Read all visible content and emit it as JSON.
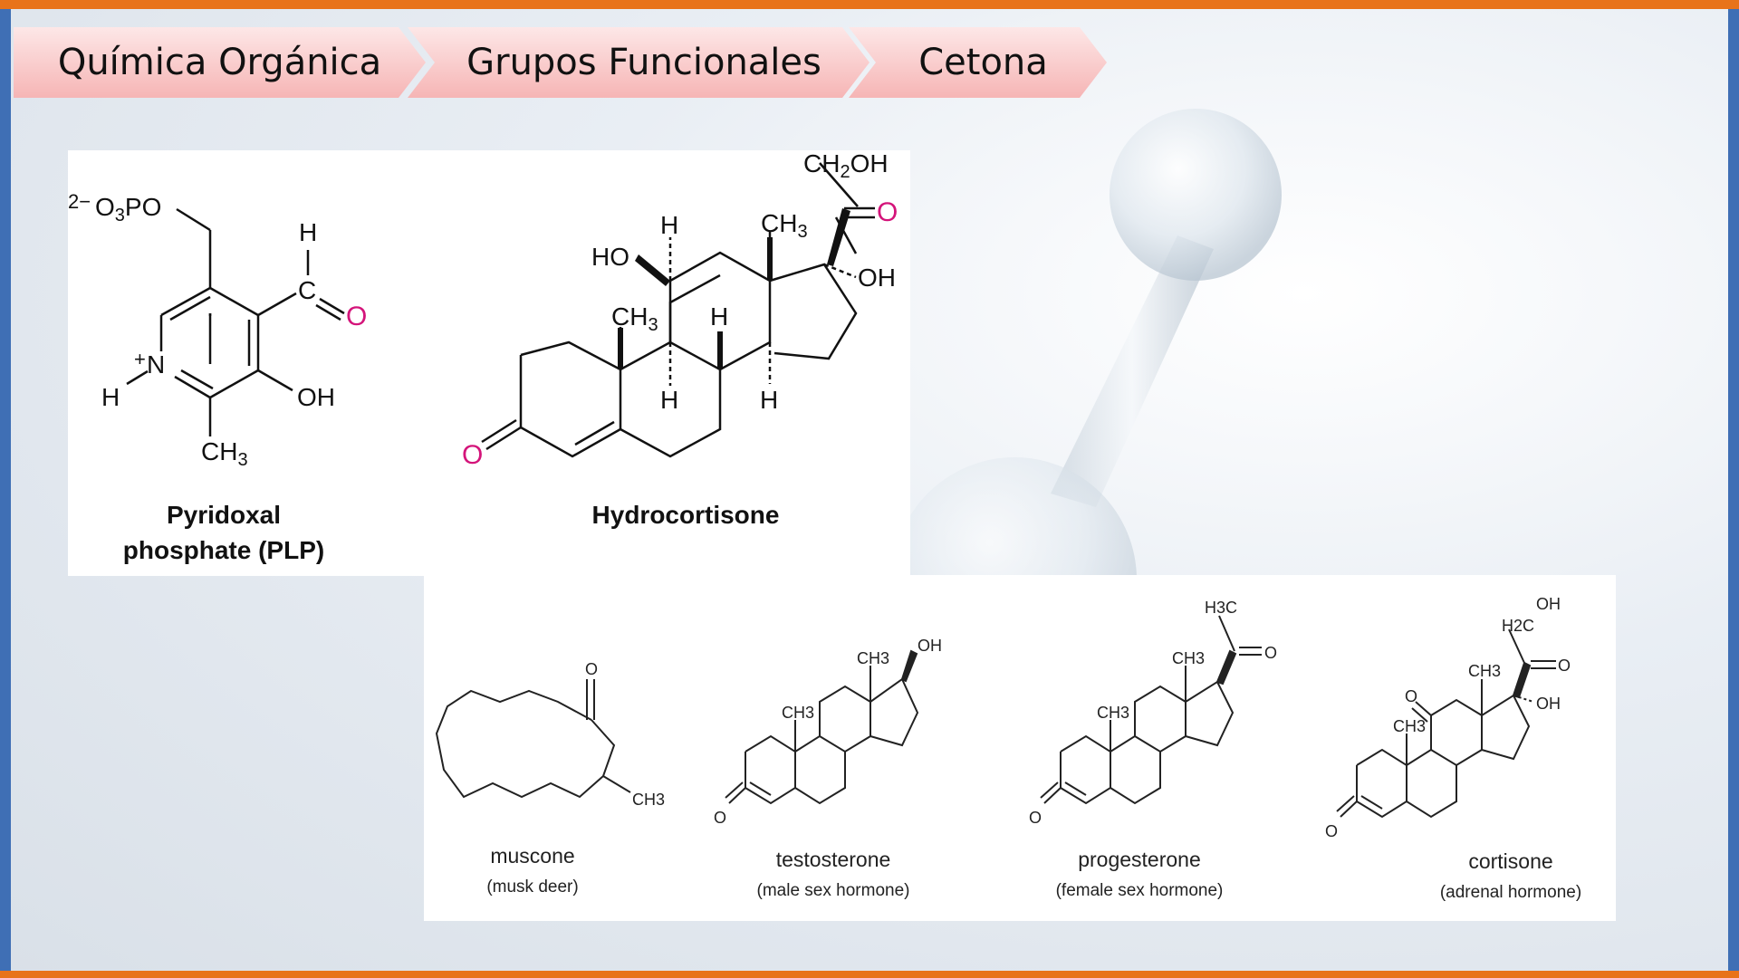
{
  "breadcrumb": {
    "items": [
      {
        "label": "Química Orgánica"
      },
      {
        "label": "Grupos Funcionales"
      },
      {
        "label": "Cetona"
      }
    ]
  },
  "top_panel": {
    "pyridoxal": {
      "name_line1": "Pyridoxal",
      "name_line2": "phosphate (PLP)",
      "o3po": "O",
      "o3po_sub": "3",
      "o3po_tail": "PO",
      "charge": "2−",
      "h_top": "H",
      "c_label": "C",
      "o_label": "O",
      "n_label": "N",
      "n_charge": "+",
      "h_n": "H",
      "oh": "OH",
      "ch3": "CH",
      "ch3_sub": "3"
    },
    "hydrocortisone": {
      "name": "Hydrocortisone",
      "ch2oh": "CH",
      "ch2oh_sub": "2",
      "ch2oh_tail": "OH",
      "o_keto_side": "O",
      "oh_17": "OH",
      "ch3_top": "CH",
      "ch3_top_sub": "3",
      "ho": "HO",
      "h_11": "H",
      "ch3_mid": "CH",
      "ch3_mid_sub": "3",
      "h_8": "H",
      "h_9": "H",
      "h_14": "H",
      "o_ring": "O"
    }
  },
  "bottom_panel": {
    "compounds": [
      {
        "name": "muscone",
        "note": "(musk deer)",
        "labels": [
          "O",
          "CH3"
        ]
      },
      {
        "name": "testosterone",
        "note": "(male sex hormone)",
        "labels": [
          "OH",
          "CH3",
          "CH3",
          "O"
        ]
      },
      {
        "name": "progesterone",
        "note": "(female sex hormone)",
        "labels": [
          "H3C",
          "O",
          "CH3",
          "CH3",
          "O"
        ]
      },
      {
        "name": "cortisone",
        "note": "(adrenal hormone)",
        "labels": [
          "OH",
          "H2C",
          "O",
          "CH3",
          "OH",
          "O",
          "CH3",
          "O"
        ]
      }
    ]
  },
  "colors": {
    "accent_orange": "#e8731a",
    "frame_blue": "#3f6fb5",
    "oxygen_magenta": "#d4147a"
  }
}
